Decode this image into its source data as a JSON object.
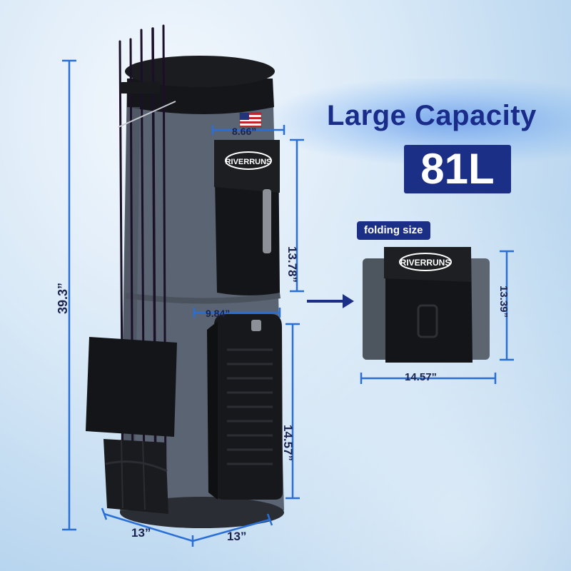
{
  "heading": {
    "title": "Large Capacity",
    "capacity": "81L"
  },
  "folding": {
    "label": "folding size",
    "width": "14.57”",
    "height": "13.39”"
  },
  "dimensions": {
    "total_height": "39.3”",
    "top_pocket_width": "8.66”",
    "top_pocket_height": "13.78”",
    "bottom_pocket_width": "9.84”",
    "bottom_pocket_height": "14.57”",
    "base_width_left": "13”",
    "base_width_right": "13”"
  },
  "brand": {
    "logo_text": "RIVERRUNS"
  },
  "colors": {
    "accent_blue": "#1c2f86",
    "dimension_line": "#2a6fd6",
    "bag_gray": "#5a6472",
    "bag_black": "#141518"
  }
}
